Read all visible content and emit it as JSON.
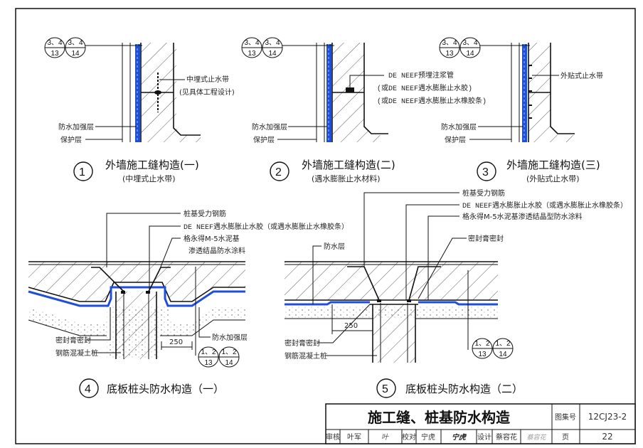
{
  "colors": {
    "waterproof_layer": "#1f4fd8",
    "line": "#111111"
  },
  "details": [
    {
      "number": "1",
      "title": "外墙施工缝构造(一)",
      "subtitle": "(中埋式止水带)",
      "labels": [
        "中埋式止水带",
        "(见具体工程设计)",
        "防水加强层",
        "保护层"
      ],
      "refs": [
        {
          "top": "3、4",
          "bottom": "13"
        },
        {
          "top": "3、4",
          "bottom": "14"
        }
      ]
    },
    {
      "number": "2",
      "title": "外墙施工缝构造(二)",
      "subtitle": "(遇水膨胀止水材料)",
      "labels": [
        "DE NEEF预埋注浆管",
        "(或DE NEEF遇水膨胀止水胶)",
        "(或DE NEEF遇水膨胀止水橡胶条)",
        "防水加强层",
        "保护层"
      ],
      "refs": [
        {
          "top": "3、4",
          "bottom": "13"
        },
        {
          "top": "3、4",
          "bottom": "14"
        }
      ]
    },
    {
      "number": "3",
      "title": "外墙施工缝构造(三)",
      "subtitle": "(外贴式止水带)",
      "labels": [
        "外贴式止水带",
        "防水加强层",
        "保护层"
      ],
      "refs": [
        {
          "top": "3、4",
          "bottom": "13"
        },
        {
          "top": "3、4",
          "bottom": "14"
        }
      ]
    },
    {
      "number": "4",
      "title": "底板桩头防水构造（一）",
      "labels": [
        "桩基受力钢筋",
        "DE NEEF遇水膨胀止水胶（或遇水膨胀止水橡胶条）",
        "格永得M-5水泥基",
        "渗透结晶防水涂料",
        "密封膏密封",
        "钢筋混凝土桩",
        "防水加强层"
      ],
      "dimension": "250",
      "refs": [
        {
          "top": "1、2",
          "bottom": "13"
        },
        {
          "top": "1、2",
          "bottom": "14"
        }
      ]
    },
    {
      "number": "5",
      "title": "底板桩头防水构造（二）",
      "labels": [
        "桩基受力钢筋",
        "DE NEEF遇水膨胀止水胶（或遇水膨胀止水橡胶条）",
        "格永得M-5水泥基渗透结晶型防水涂料",
        "密封膏密封",
        "防水层",
        "密封膏密封",
        "钢筋混凝土桩"
      ],
      "dimension": "250",
      "refs": [
        {
          "top": "1、2",
          "bottom": "13"
        },
        {
          "top": "1、2",
          "bottom": "14"
        }
      ]
    }
  ],
  "title_block": {
    "title": "施工缝、桩基防水构造",
    "atlas_label": "图集号",
    "atlas_number": "12CJ23-2",
    "review_label": "审核",
    "reviewer": "叶军",
    "reviewer_sig": "叶",
    "check_label": "校对",
    "checker": "宁虎",
    "checker_sig": "宁虎",
    "design_label": "设计",
    "designer": "蔡容花",
    "designer_sig": "蔡容花",
    "page_label": "页",
    "page_number": "22"
  }
}
